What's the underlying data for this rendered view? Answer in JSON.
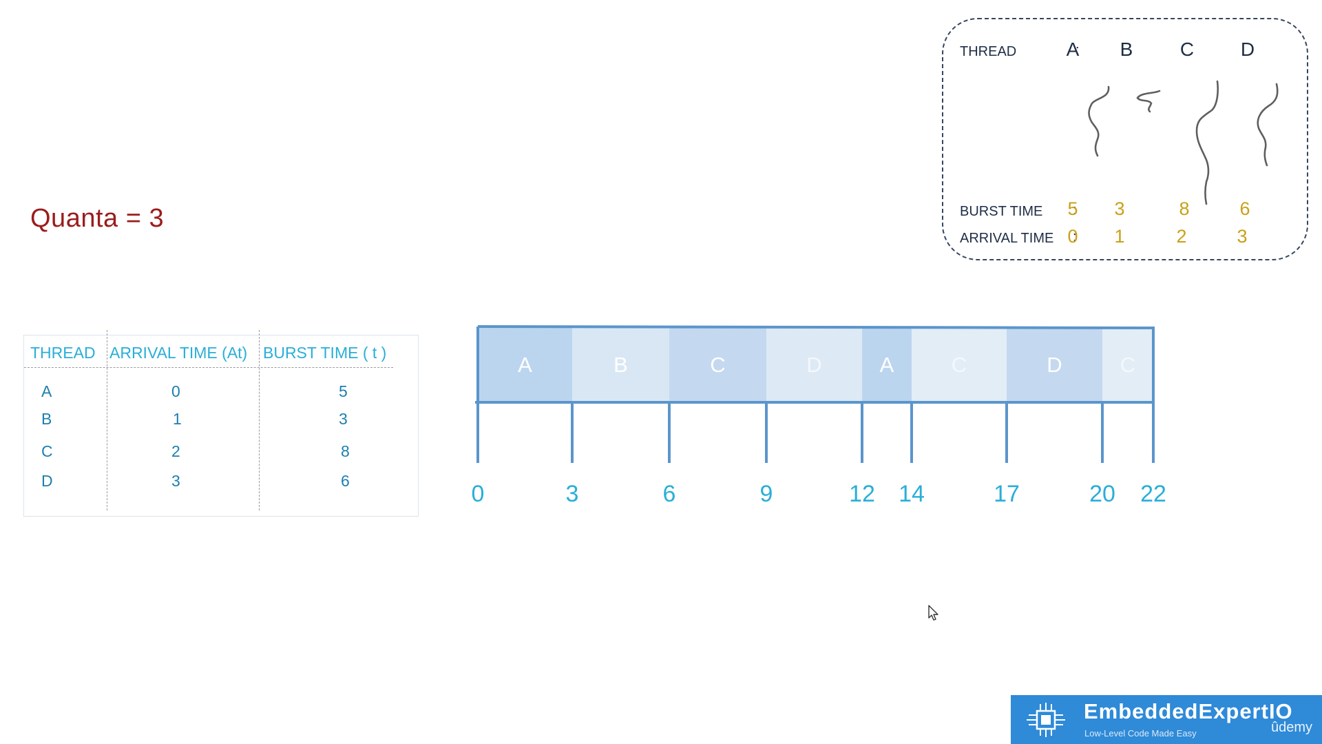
{
  "quanta_label": "Quanta = 3",
  "table": {
    "headers": {
      "thread": "THREAD",
      "arrival": "ARRIVAL TIME (At)",
      "burst": "BURST TIME ( t )"
    },
    "rows": [
      {
        "thread": "A",
        "arrival": "0",
        "burst": "5"
      },
      {
        "thread": "B",
        "arrival": "1",
        "burst": "3"
      },
      {
        "thread": "C",
        "arrival": "2",
        "burst": "8"
      },
      {
        "thread": "D",
        "arrival": "3",
        "burst": "6"
      }
    ]
  },
  "gantt": {
    "slices": [
      {
        "thread": "A",
        "start": 0,
        "end": 3,
        "color": "#bcd5ef",
        "text_color": "#ffffff"
      },
      {
        "thread": "B",
        "start": 3,
        "end": 6,
        "color": "#d9e7f5",
        "text_color": "#ffffff"
      },
      {
        "thread": "C",
        "start": 6,
        "end": 9,
        "color": "#c4d9ef",
        "text_color": "#ffffff"
      },
      {
        "thread": "D",
        "start": 9,
        "end": 12,
        "color": "#dde9f5",
        "text_color": "#f4f8fc"
      },
      {
        "thread": "A",
        "start": 12,
        "end": 14,
        "color": "#bcd5ef",
        "text_color": "#ffffff"
      },
      {
        "thread": "C",
        "start": 14,
        "end": 17,
        "color": "#e2edf6",
        "text_color": "#f4f8fc"
      },
      {
        "thread": "D",
        "start": 17,
        "end": 20,
        "color": "#c4d9ef",
        "text_color": "#ffffff"
      },
      {
        "thread": "C",
        "start": 20,
        "end": 22,
        "color": "#e2edf6",
        "text_color": "#f4f8fc"
      }
    ],
    "ticks": [
      0,
      3,
      6,
      9,
      12,
      14,
      17,
      20,
      22
    ],
    "bar_color": "#5b95cc",
    "tick_label_color": "#2aaed8"
  },
  "legend": {
    "thread_label": "THREAD",
    "burst_label": "BURST TIME",
    "arrival_label": "ARRIVAL TIME",
    "colon": ":",
    "threads": [
      {
        "name": "A",
        "burst": "5",
        "arrival": "0"
      },
      {
        "name": "B",
        "burst": "3",
        "arrival": "1"
      },
      {
        "name": "C",
        "burst": "8",
        "arrival": "2"
      },
      {
        "name": "D",
        "burst": "6",
        "arrival": "3"
      }
    ]
  },
  "brand": {
    "name": "EmbeddedExpertIO",
    "tagline": "Low-Level Code Made Easy",
    "platform": "ûdemy",
    "color": "#2f8ad8",
    "icon": "chip-icon"
  }
}
